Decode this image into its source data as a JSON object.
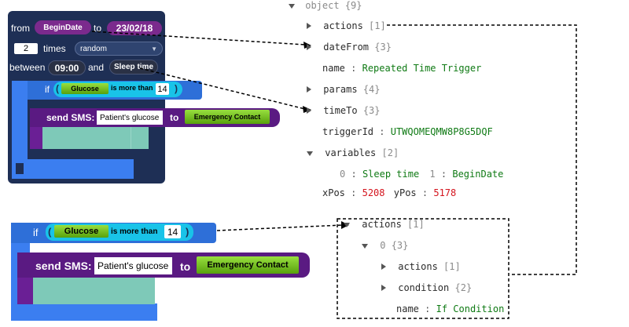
{
  "top_block": {
    "from_label": "from",
    "from_value": "BeginDate",
    "to_label": "to",
    "to_value": "23/02/18",
    "times_value": "2",
    "times_label": "times",
    "mode_value": "random",
    "between_label": "between",
    "time_start": "09:00",
    "and_label": "and",
    "time_end": "Sleep time",
    "if_label": "if",
    "cond_var": "Glucose",
    "cond_op": "is more than",
    "cond_value": "14",
    "sms_label": "send SMS:",
    "sms_text": "Patient's glucose",
    "sms_to_label": "to",
    "sms_contact": "Emergency Contact"
  },
  "bottom_block": {
    "if_label": "if",
    "cond_var": "Glucose",
    "cond_op": "is more than",
    "cond_value": "14",
    "sms_label": "send SMS:",
    "sms_text": "Patient's glucose",
    "sms_to_label": "to",
    "sms_contact": "Emergency Contact"
  },
  "json_tree": {
    "root_key": "object",
    "root_count": "{9}",
    "actions": {
      "key": "actions",
      "count": "[1]"
    },
    "dateFrom": {
      "key": "dateFrom",
      "count": "{3}"
    },
    "name": {
      "key": "name",
      "value": "Repeated Time Trigger"
    },
    "params": {
      "key": "params",
      "count": "{4}"
    },
    "timeTo": {
      "key": "timeTo",
      "count": "{3}"
    },
    "triggerId": {
      "key": "triggerId",
      "value": "UTWQOMEQMW8P8G5DQF"
    },
    "variables": {
      "key": "variables",
      "count": "[2]"
    },
    "var0": {
      "index": "0",
      "value": "Sleep time"
    },
    "var1": {
      "index": "1",
      "value": "BeginDate"
    },
    "xPos": {
      "key": "xPos",
      "value": "5208"
    },
    "yPos": {
      "key": "yPos",
      "value": "5178"
    },
    "sep": ":"
  },
  "json_sub": {
    "actions": {
      "key": "actions",
      "count": "[1]"
    },
    "item0": {
      "index": "0",
      "count": "{3}"
    },
    "inner_actions": {
      "key": "actions",
      "count": "[1]"
    },
    "condition": {
      "key": "condition",
      "count": "{2}"
    },
    "name": {
      "key": "name",
      "value": "If Condition"
    }
  }
}
